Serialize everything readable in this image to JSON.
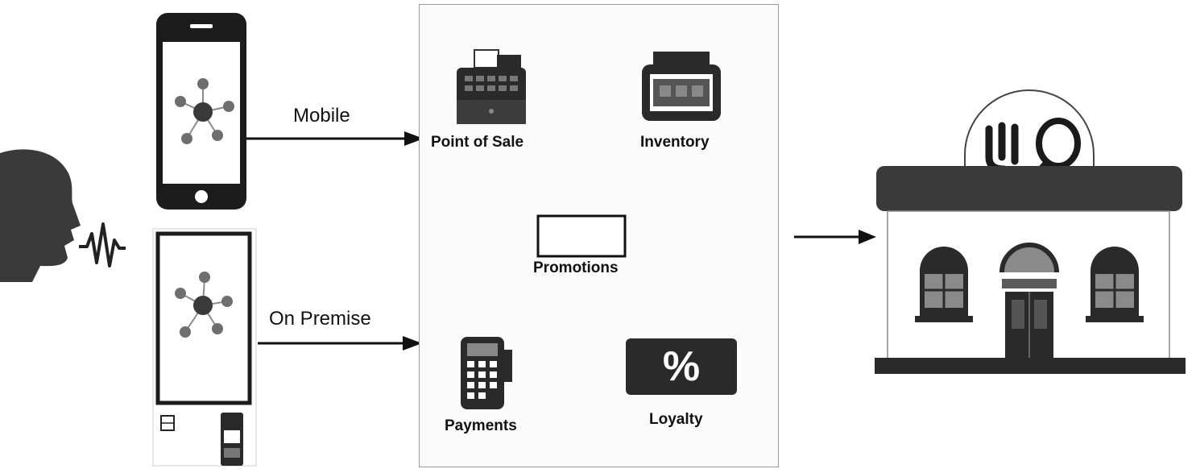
{
  "channels": {
    "mobile_label": "Mobile",
    "on_premise_label": "On Premise"
  },
  "modules": {
    "point_of_sale": "Point of Sale",
    "inventory": "Inventory",
    "promotions": "Promotions",
    "payments": "Payments",
    "loyalty": "Loyalty",
    "loyalty_symbol": "%"
  },
  "colors": {
    "ink": "#111111",
    "icon_dark": "#2a2a2a",
    "node_gray": "#6e6e6e",
    "awning": "#3a3a3a",
    "panel_border": "#9a9a9a"
  },
  "icons": [
    "person-speaking-icon",
    "voice-wave-icon",
    "smartphone-icon",
    "kiosk-icon",
    "cash-register-icon",
    "inventory-icon",
    "promotion-box-icon",
    "payment-terminal-icon",
    "loyalty-percent-icon",
    "restaurant-icon"
  ]
}
